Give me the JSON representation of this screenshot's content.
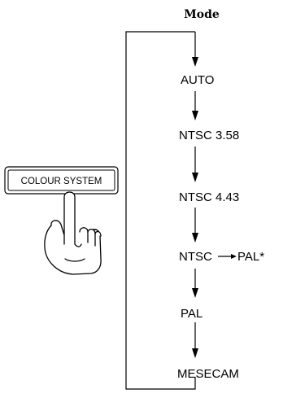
{
  "title": "Mode",
  "button": {
    "label": "COLOUR SYSTEM"
  },
  "modes": [
    {
      "label": "AUTO"
    },
    {
      "label": "NTSC 3.58"
    },
    {
      "label": "NTSC 4.43"
    },
    {
      "label": "NTSC",
      "suffix": "PAL*"
    },
    {
      "label": "PAL"
    },
    {
      "label": "MESECAM"
    }
  ]
}
